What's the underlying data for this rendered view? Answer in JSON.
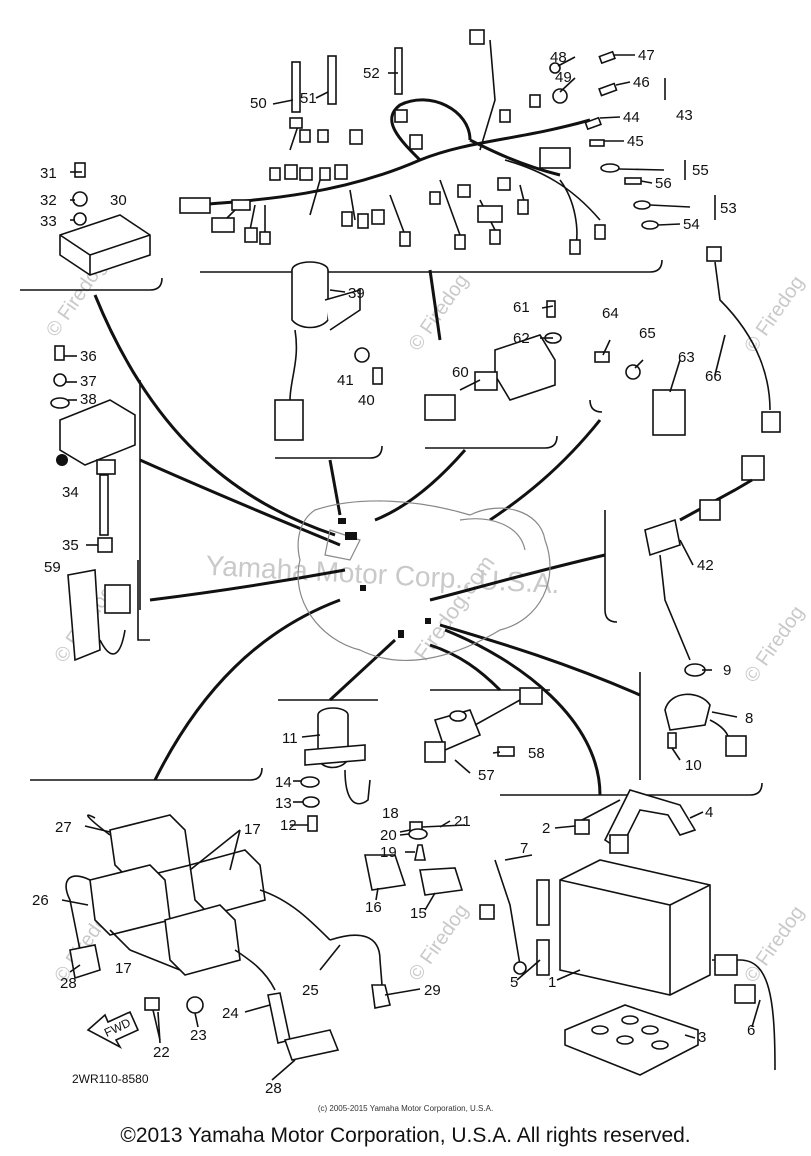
{
  "diagram_code": "2WR110-8580",
  "fwd_label": "FWD",
  "watermarks": {
    "center": "Yamaha Motor Corp., U.S.A.",
    "site": "Firedog.com",
    "site_short": "© Firedog"
  },
  "footer": {
    "small": "(c) 2005-2015 Yamaha Motor Corporation, U.S.A.",
    "main": "©2013 Yamaha Motor Corporation, U.S.A. All rights reserved."
  },
  "labels": {
    "p1": "1",
    "p2": "2",
    "p3": "3",
    "p4": "4",
    "p5": "5",
    "p6": "6",
    "p7": "7",
    "p8": "8",
    "p9": "9",
    "p10": "10",
    "p11": "11",
    "p12": "12",
    "p13": "13",
    "p14": "14",
    "p15": "15",
    "p16": "16",
    "p17a": "17",
    "p17b": "17",
    "p18": "18",
    "p19": "19",
    "p20": "20",
    "p21": "21",
    "p22": "22",
    "p23": "23",
    "p24": "24",
    "p25": "25",
    "p26": "26",
    "p27": "27",
    "p28a": "28",
    "p28b": "28",
    "p29": "29",
    "p30": "30",
    "p31": "31",
    "p32": "32",
    "p33": "33",
    "p34": "34",
    "p35": "35",
    "p36": "36",
    "p37": "37",
    "p38": "38",
    "p39": "39",
    "p40": "40",
    "p41": "41",
    "p42": "42",
    "p43": "43",
    "p44": "44",
    "p45": "45",
    "p46": "46",
    "p47": "47",
    "p48": "48",
    "p49": "49",
    "p50": "50",
    "p51": "51",
    "p52": "52",
    "p53": "53",
    "p54": "54",
    "p55": "55",
    "p56": "56",
    "p57": "57",
    "p58": "58",
    "p59": "59",
    "p60": "60",
    "p61": "61",
    "p62": "62",
    "p63": "63",
    "p64": "64",
    "p65": "65",
    "p66": "66"
  }
}
